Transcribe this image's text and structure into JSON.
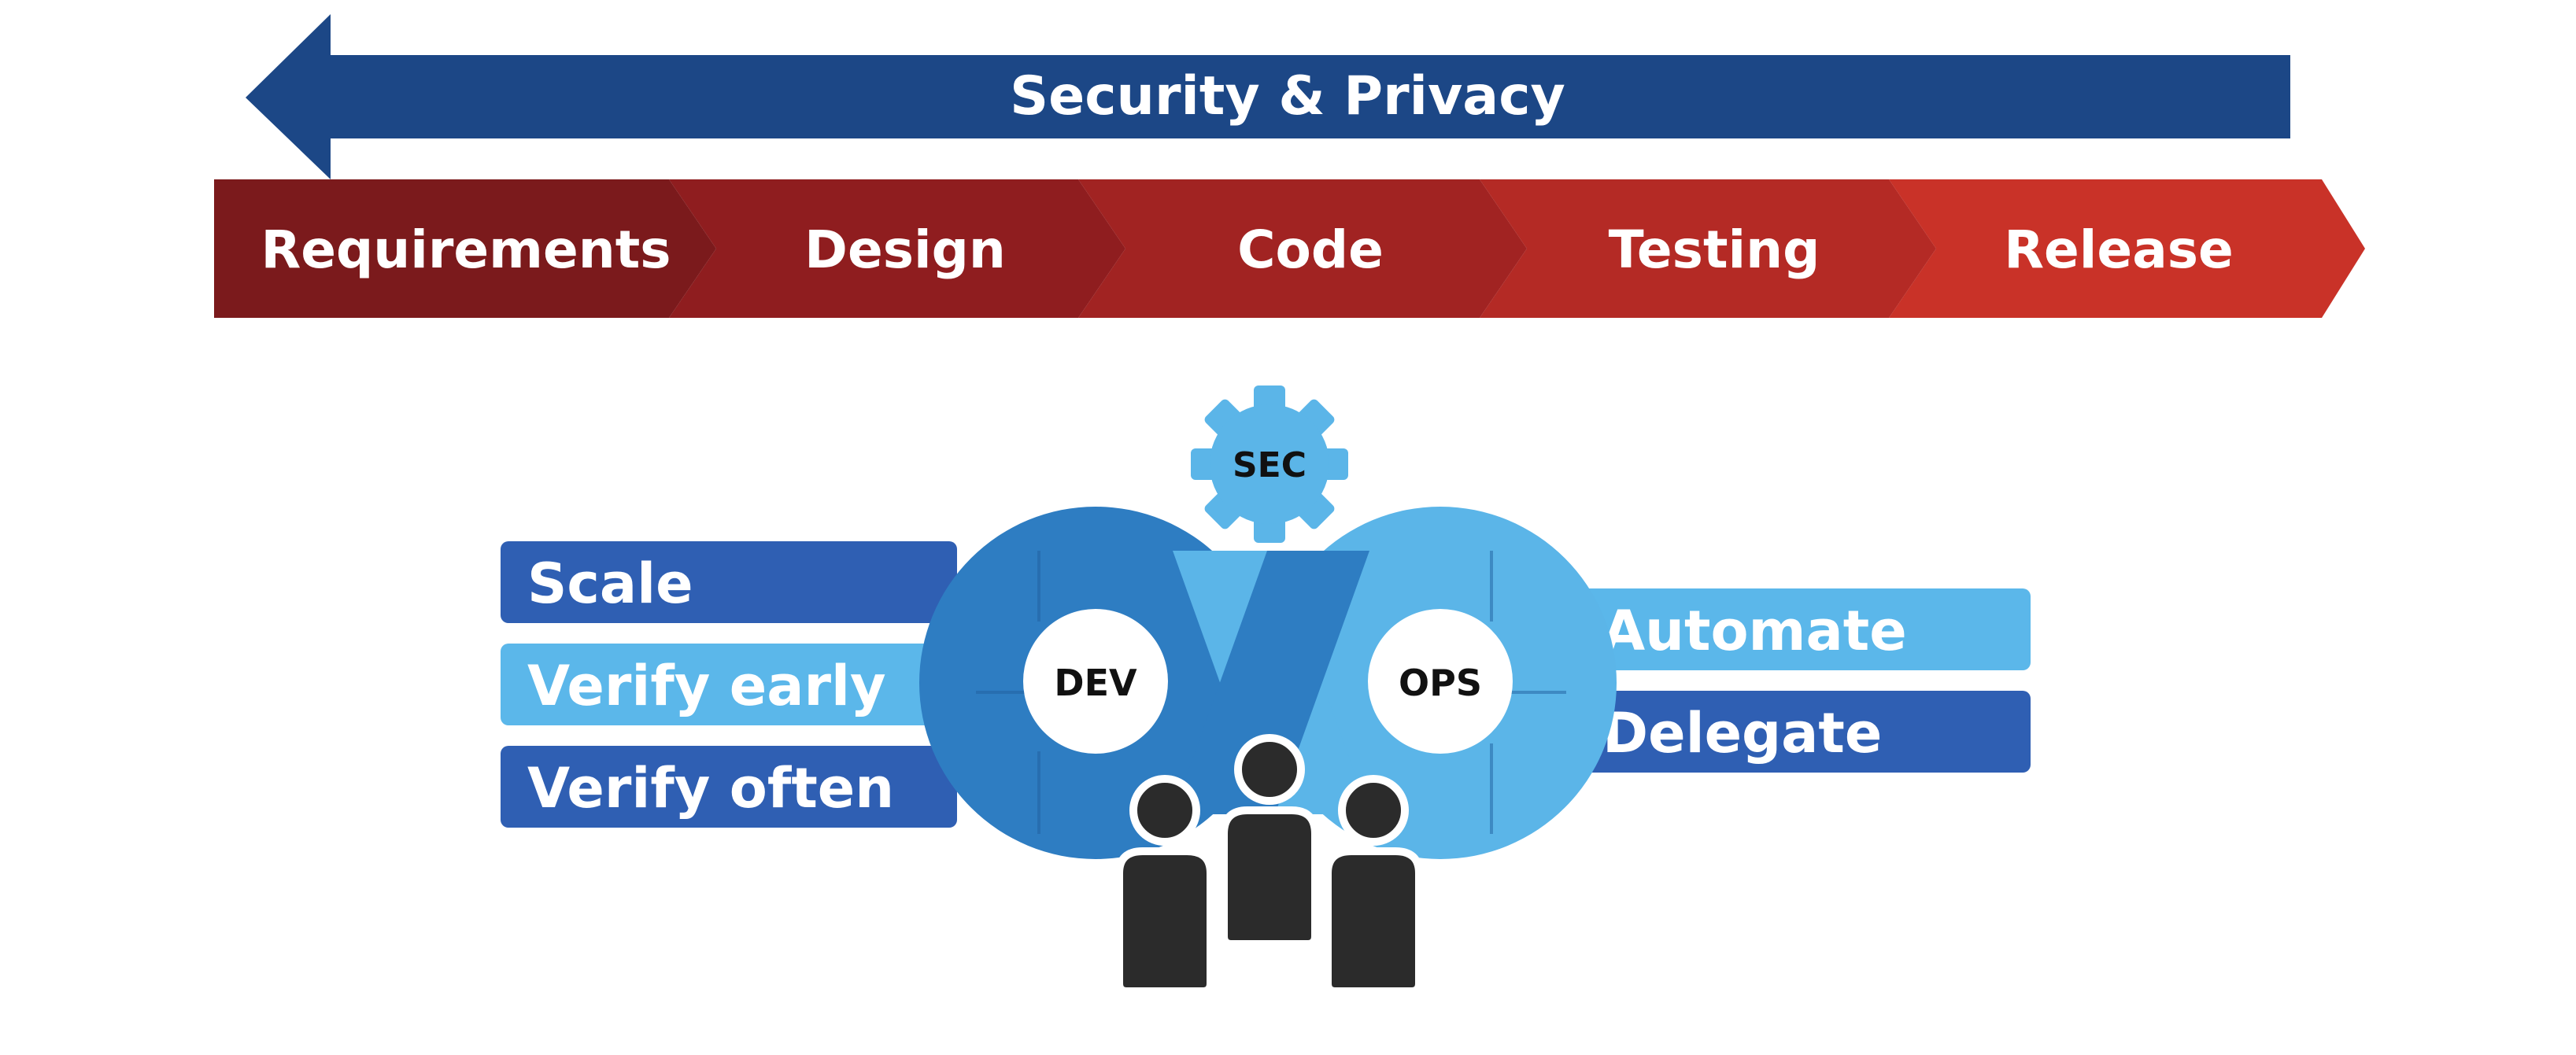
{
  "banner": {
    "label": "Security & Privacy"
  },
  "phases": [
    {
      "label": "Requirements",
      "color": "#7b1a1c"
    },
    {
      "label": "Design",
      "color": "#8f1d1f"
    },
    {
      "label": "Code",
      "color": "#a12322"
    },
    {
      "label": "Testing",
      "color": "#b42a25"
    },
    {
      "label": "Release",
      "color": "#c93228"
    }
  ],
  "infinity": {
    "sec_label": "SEC",
    "dev_label": "DEV",
    "ops_label": "OPS"
  },
  "left_boxes": [
    {
      "label": "Scale",
      "color": "#2f5fb3"
    },
    {
      "label": "Verify early",
      "color": "#5bb7ea"
    },
    {
      "label": "Verify often",
      "color": "#2f5fb3"
    }
  ],
  "right_boxes": [
    {
      "label": "Automate",
      "color": "#5bb7ea"
    },
    {
      "label": "Delegate",
      "color": "#2f5fb3"
    }
  ],
  "colors": {
    "banner_blue": "#1c4786",
    "infinity_dark": "#2e7dc2",
    "infinity_light": "#5bb5e8",
    "gear": "#5bb5e8",
    "people": "#2b2b2b"
  },
  "icons": [
    "gear-icon",
    "people-icon"
  ]
}
